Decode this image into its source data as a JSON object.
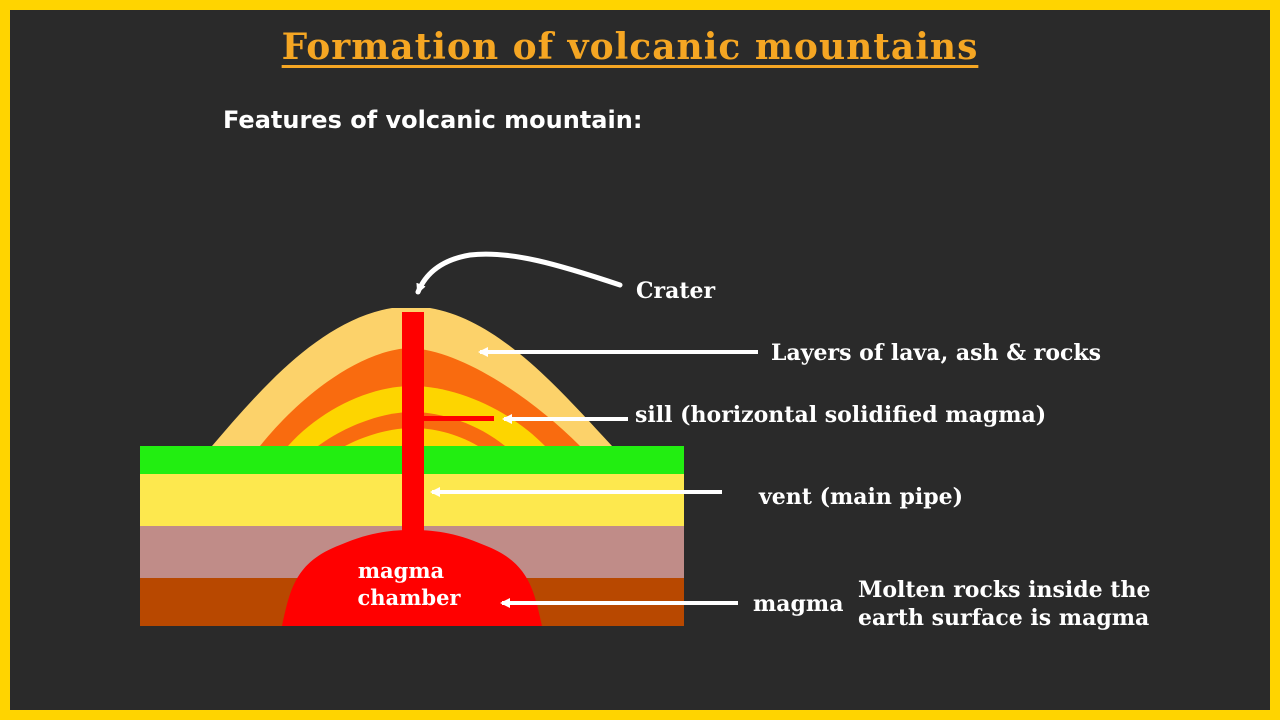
{
  "title": "Formation of volcanic mountains",
  "subtitle": "Features of volcanic mountain:",
  "labels": {
    "crater": "Crater",
    "layers": "Layers of lava, ash & rocks",
    "sill": "sill (horizontal solidified magma)",
    "vent": "vent (main pipe)",
    "magma": "magma",
    "magma_def_line1": "Molten rocks inside the",
    "magma_def_line2": "earth surface is magma",
    "chamber_line1": "magma",
    "chamber_line2": "chamber"
  },
  "colors": {
    "background": "#2a2a2a",
    "border": "#ffd400",
    "title": "#f5a623",
    "text": "#ffffff",
    "ground_grass": "#22ee11",
    "ground_yellow": "#fde84e",
    "ground_mauve": "#c08c88",
    "ground_brown": "#b84800",
    "mountain_outer": "#fcd26a",
    "mountain_orange": "#f96b0f",
    "mountain_inner": "#fdd500",
    "magma": "#ff0000"
  }
}
